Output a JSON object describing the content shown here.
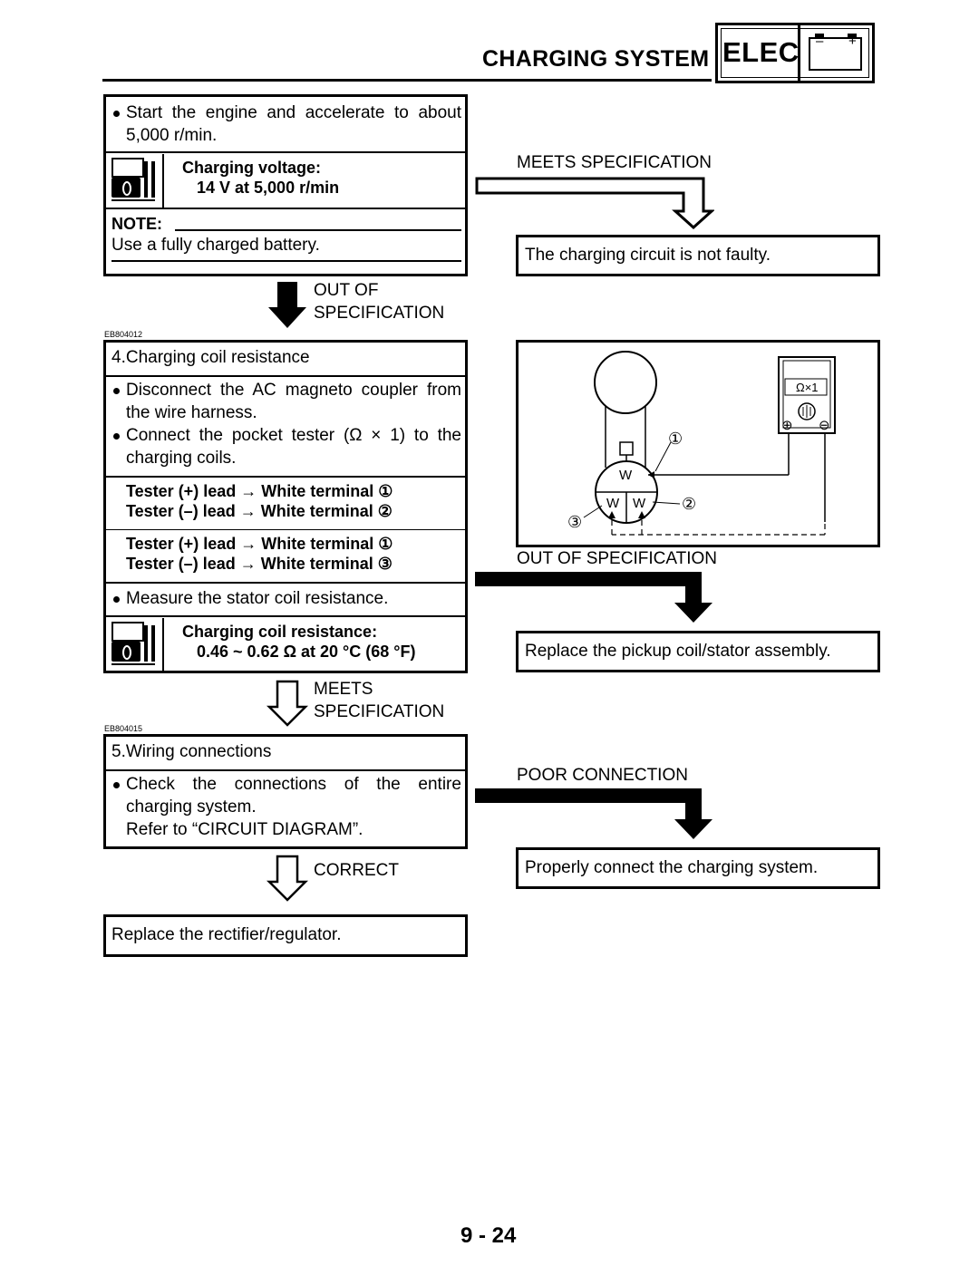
{
  "header": {
    "title": "CHARGING SYSTEM",
    "section_badge": "ELEC",
    "battery_minus": "–",
    "battery_plus": "+"
  },
  "step3": {
    "instruction_line1": "Start the engine and accelerate to about",
    "instruction_line2": "5,000 r/min.",
    "spec_label": "Charging voltage:",
    "spec_value": "14 V at 5,000 r/min",
    "note_label": "NOTE:",
    "note_text": "Use a fully charged battery.",
    "out_of_spec": [
      "OUT OF",
      "SPECIFICATION"
    ]
  },
  "right1": {
    "meets_spec": "MEETS SPECIFICATION",
    "result": "The charging circuit is not faulty."
  },
  "codes": {
    "code1": "EB804012",
    "code2": "EB804015"
  },
  "step4": {
    "title": "4.Charging coil resistance",
    "bullet1_line1": "Disconnect the AC magneto coupler from",
    "bullet1_line2": "the wire harness.",
    "bullet2_line1": "Connect the pocket tester (Ω × 1) to the",
    "bullet2_line2": "charging coils.",
    "pair1": [
      "Tester (+) lead → White terminal ①",
      "Tester (–) lead → White terminal ②"
    ],
    "pair2": [
      "Tester (+) lead → White terminal ①",
      "Tester (–) lead → White terminal ③"
    ],
    "bullet3": "Measure the stator coil resistance.",
    "spec_label": "Charging coil resistance:",
    "spec_value": "0.46 ~ 0.62 Ω at 20 °C (68 °F)",
    "meets_spec": [
      "MEETS",
      "SPECIFICATION"
    ]
  },
  "diagram": {
    "meter_range": "Ω×1",
    "terminal_labels": [
      "W",
      "W",
      "W"
    ],
    "callouts": [
      "①",
      "②",
      "③"
    ],
    "plus_symbol": "⊕",
    "minus_symbol": "⊖"
  },
  "right2": {
    "out_of_spec": "OUT OF SPECIFICATION",
    "result": "Replace the pickup coil/stator assembly."
  },
  "step5": {
    "title": "5.Wiring connections",
    "bullet_line1_words": [
      "Check",
      "the",
      "connections",
      "of",
      "the",
      "entire"
    ],
    "bullet_line2": "charging system.",
    "bullet_line3": "Refer to “CIRCUIT DIAGRAM”.",
    "correct": "CORRECT",
    "final": "Replace the rectifier/regulator."
  },
  "right3": {
    "poor_connection": "POOR CONNECTION",
    "result": "Properly connect the charging system."
  },
  "footer": {
    "page_number": "9 - 24"
  }
}
